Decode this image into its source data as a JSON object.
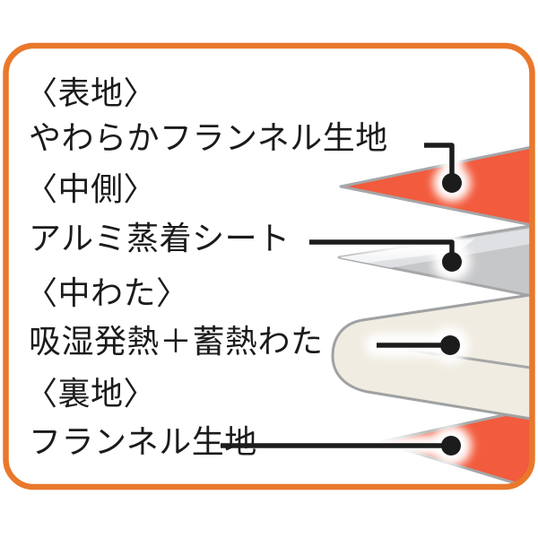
{
  "frame": {
    "border_color": "#e9782b",
    "background": "#ffffff"
  },
  "colors": {
    "fabric_red": "#f25b3d",
    "lining_red": "#f25b3d",
    "aluminum_gray": "#c6c7c9",
    "aluminum_highlight": "#dfe0e3",
    "aluminum_shine": "#f4f5f7",
    "batting_cream": "#f0ece1",
    "edge_gray": "#a5a6a8",
    "leader_black": "#1c1c1c",
    "dot_black": "#1c1c1c",
    "glow_white": "#ffffff",
    "text_black": "#1b1b1b"
  },
  "sections": [
    {
      "heading": "〈表地〉",
      "value": "やわらかフランネル生地",
      "layer": "outer-flannel-fabric"
    },
    {
      "heading": "〈中側〉",
      "value": "アルミ蒸着シート",
      "layer": "aluminum-vapor-sheet"
    },
    {
      "heading": "〈中わた〉",
      "value": "吸湿発熱＋蓄熱わた",
      "layer": "heat-batting"
    },
    {
      "heading": "〈裏地〉",
      "value": "フランネル生地",
      "layer": "lining-flannel-fabric"
    }
  ]
}
